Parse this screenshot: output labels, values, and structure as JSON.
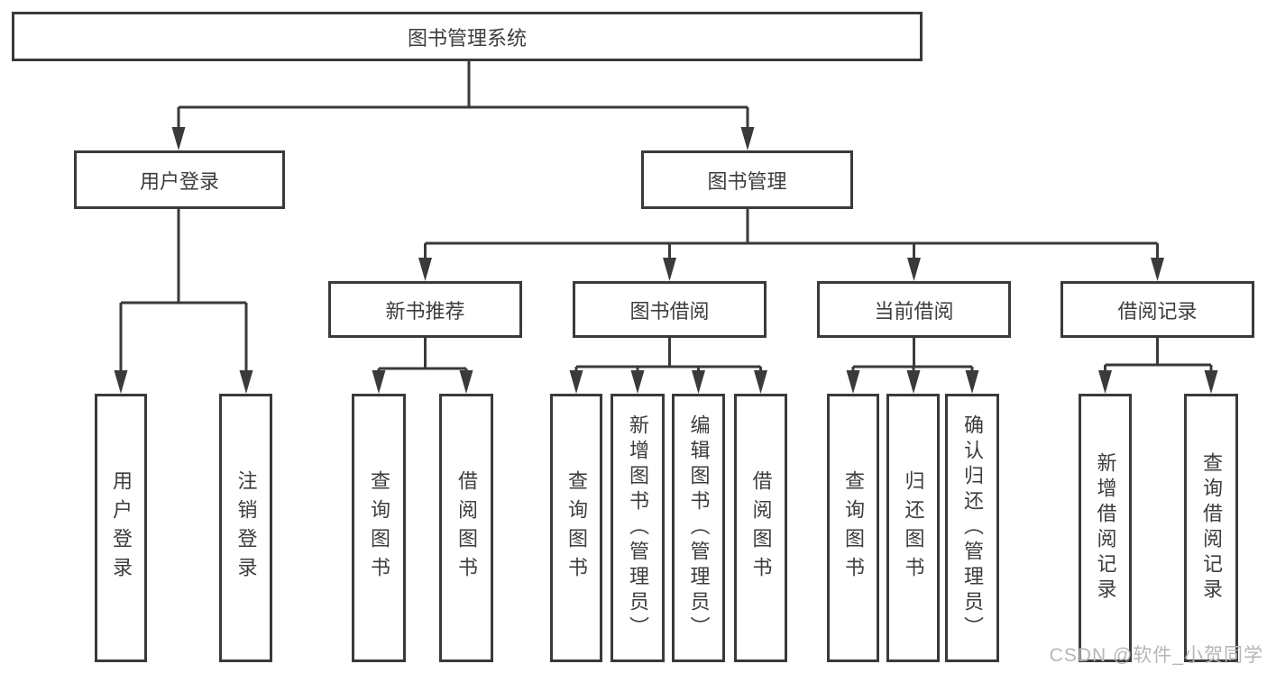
{
  "colors": {
    "line": "#3a3a3a",
    "text": "#3d3d3d",
    "bg": "#ffffff",
    "watermark": "#b6b6b6"
  },
  "tree": {
    "root": "图书管理系统",
    "level2": [
      "用户登录",
      "图书管理"
    ],
    "level3": [
      "新书推荐",
      "图书借阅",
      "当前借阅",
      "借阅记录"
    ],
    "leaves": {
      "user_login": [
        "用户登录",
        "注销登录"
      ],
      "new_book_recommendation": [
        "查询图书",
        "借阅图书"
      ],
      "book_borrowing": [
        "查询图书",
        "新增图书（管理员）",
        "编辑图书（管理员）",
        "借阅图书"
      ],
      "current_borrowing": [
        "查询图书",
        "归还图书",
        "确认归还（管理员）"
      ],
      "borrowing_records": [
        "新增借阅记录",
        "查询借阅记录"
      ]
    }
  },
  "watermark": "CSDN @软件_小贺同学"
}
